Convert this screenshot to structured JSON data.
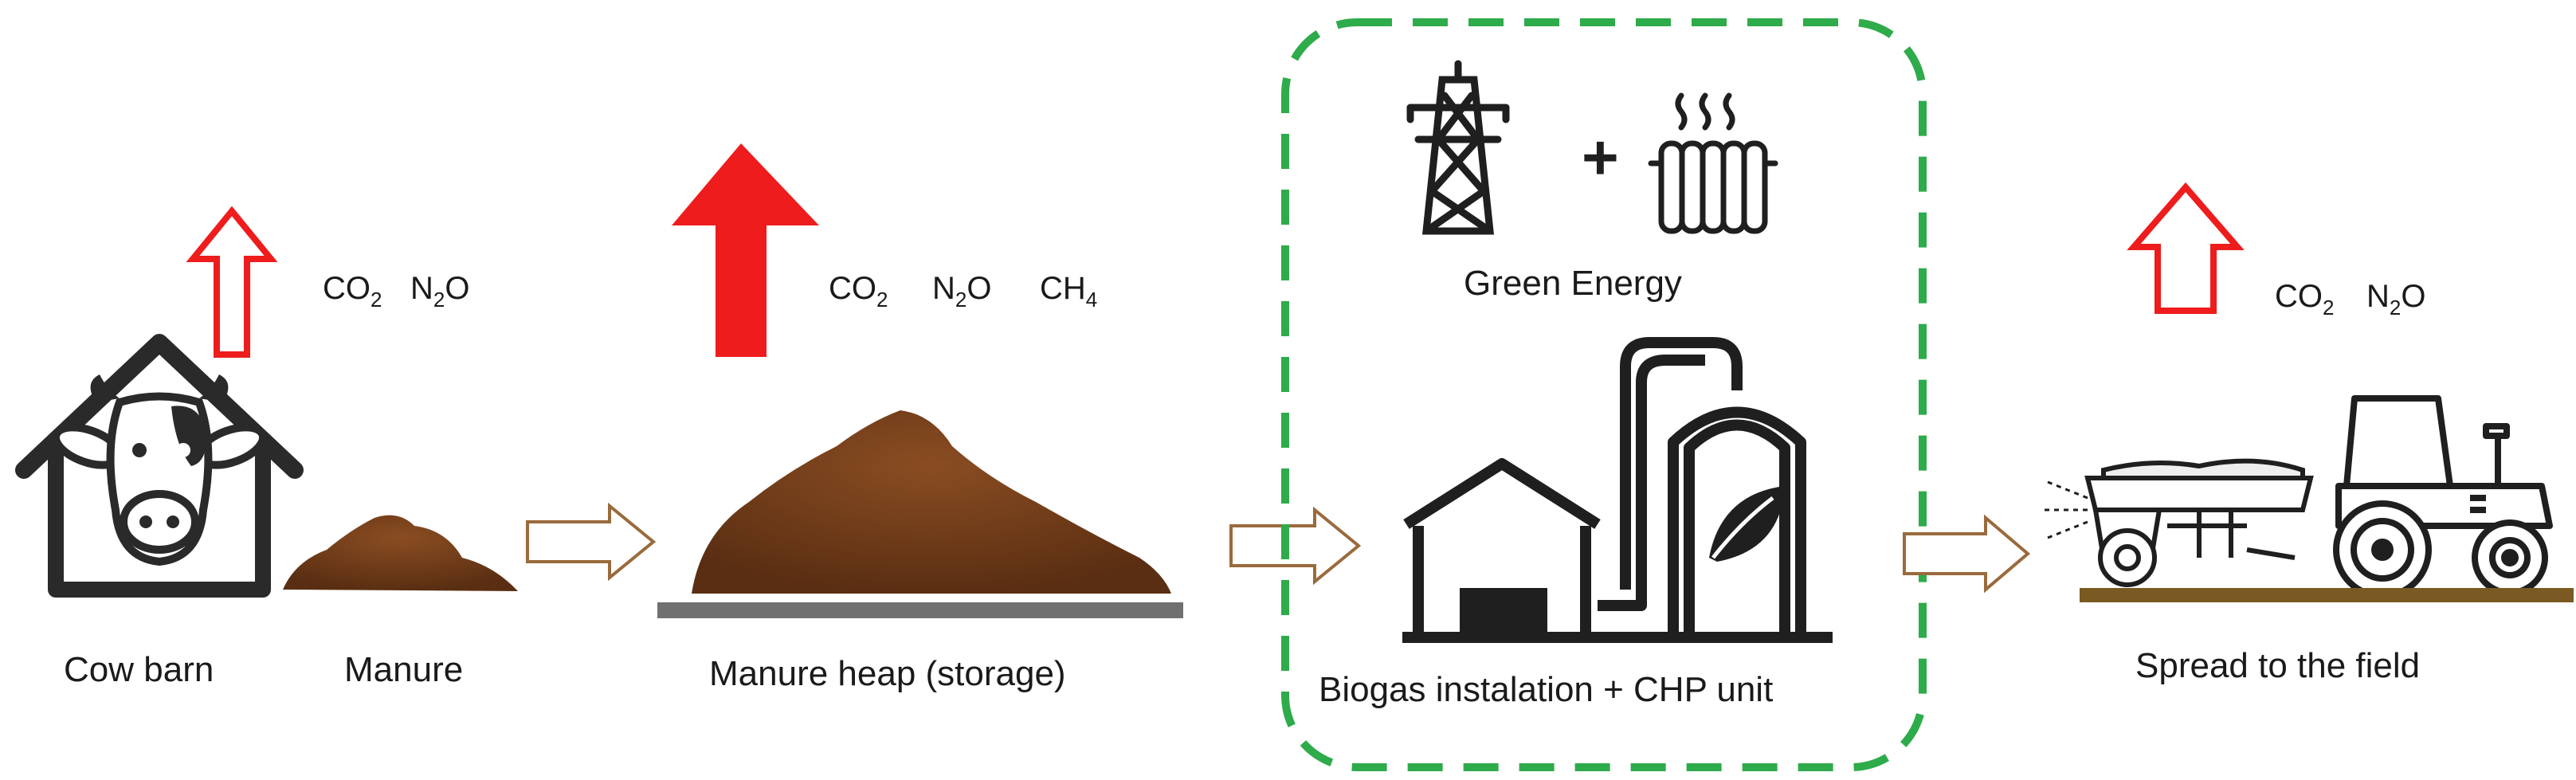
{
  "stages": {
    "cow_barn": {
      "label": "Cow barn"
    },
    "manure": {
      "label": "Manure"
    },
    "manure_heap": {
      "label": "Manure heap (storage)"
    },
    "biogas": {
      "label": "Biogas instalation + CHP unit"
    },
    "field": {
      "label": "Spread to the field"
    }
  },
  "energy": {
    "label": "Green Energy",
    "plus": "+"
  },
  "emissions": {
    "barn": [
      {
        "base": "CO",
        "sub": "2",
        "rest": ""
      },
      {
        "base": "N",
        "sub": "2",
        "rest": "O"
      }
    ],
    "heap": [
      {
        "base": "CO",
        "sub": "2",
        "rest": ""
      },
      {
        "base": "N",
        "sub": "2",
        "rest": "O"
      },
      {
        "base": "CH",
        "sub": "4",
        "rest": ""
      }
    ],
    "field": [
      {
        "base": "CO",
        "sub": "2",
        "rest": ""
      },
      {
        "base": "N",
        "sub": "2",
        "rest": "O"
      }
    ]
  },
  "colors": {
    "emission_arrow": "#ee1c1c",
    "flow_arrow": "#9a6a3c",
    "manure": "#6e3a18",
    "dashed_box": "#2eab4a",
    "ground": "#7a5a22",
    "icon": "#1f1f1f"
  },
  "icons": [
    "barn-icon",
    "cow-icon",
    "manure-pile-icon",
    "manure-heap-icon",
    "power-pylon-icon",
    "radiator-icon",
    "biogas-plant-icon",
    "leaf-icon",
    "tractor-icon",
    "spreader-icon"
  ]
}
